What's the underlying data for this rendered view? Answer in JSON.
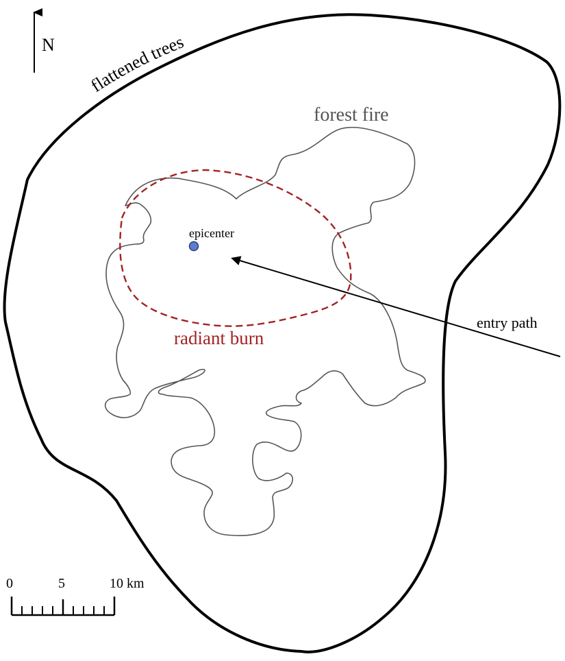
{
  "compass": {
    "label": "N"
  },
  "labels": {
    "flattened_trees": "flattened trees",
    "forest_fire": "forest fire",
    "radiant_burn": "radiant burn",
    "epicenter": "epicenter",
    "entry_path": "entry path"
  },
  "scale_bar": {
    "tick_0": "0",
    "tick_5": "5",
    "tick_10": "10 km"
  },
  "colors": {
    "outline": "#000000",
    "forest_fire": "#555555",
    "radiant_burn": "#a32222",
    "epicenter_fill": "#5b7fce",
    "epicenter_stroke": "#2b3f7a"
  }
}
